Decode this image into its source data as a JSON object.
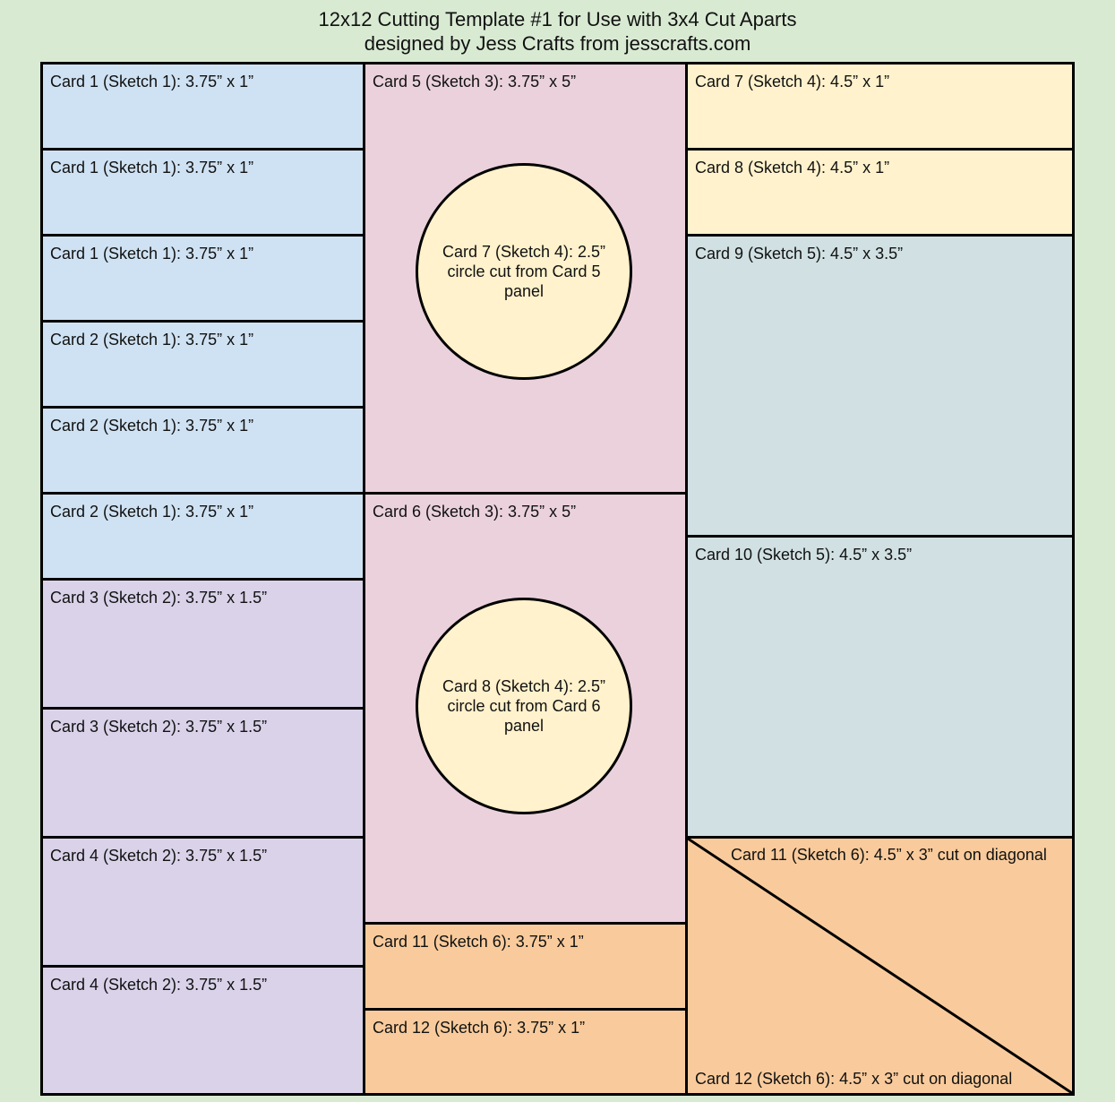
{
  "title": {
    "line1": "12x12 Cutting Template #1 for Use with 3x4 Cut Aparts",
    "line2": "designed by Jess Crafts from jesscrafts.com"
  },
  "panels": {
    "left": [
      "Card 1 (Sketch 1): 3.75” x 1”",
      "Card 1 (Sketch 1): 3.75” x 1”",
      "Card 1 (Sketch 1): 3.75” x 1”",
      "Card 2 (Sketch 1): 3.75” x 1”",
      "Card 2 (Sketch 1): 3.75” x 1”",
      "Card 2 (Sketch 1): 3.75” x 1”",
      "Card 3 (Sketch 2): 3.75” x 1.5”",
      "Card 3 (Sketch 2): 3.75” x 1.5”",
      "Card 4 (Sketch 2): 3.75” x 1.5”",
      "Card 4 (Sketch 2): 3.75” x 1.5”"
    ],
    "middle": [
      "Card 5 (Sketch 3): 3.75” x 5”",
      "Card 6 (Sketch 3): 3.75” x 5”",
      "Card 11 (Sketch 6): 3.75” x 1”",
      "Card 12 (Sketch 6): 3.75” x 1”"
    ],
    "circles": [
      "Card 7 (Sketch 4): 2.5” circle cut from Card 5 panel",
      "Card 8 (Sketch 4): 2.5” circle cut from Card 6 panel"
    ],
    "right": [
      "Card 7 (Sketch 4): 4.5” x 1”",
      "Card 8 (Sketch 4): 4.5” x 1”",
      "Card 9 (Sketch 5): 4.5” x 3.5”",
      "Card 10 (Sketch 5): 4.5” x 3.5”"
    ],
    "diagonal": {
      "top": "Card 11 (Sketch 6): 4.5” x 3” cut on diagonal",
      "bottom": "Card 12 (Sketch 6): 4.5” x 3” cut on diagonal"
    }
  },
  "colors": {
    "background": "#d9ead3",
    "card1_2": "#cfe2f3",
    "card3_4": "#d9d2e9",
    "card5_6": "#ead1dc",
    "card7_8": "#fff2cc",
    "card9_10": "#d0e0e3",
    "card11_12": "#f9cb9c"
  }
}
